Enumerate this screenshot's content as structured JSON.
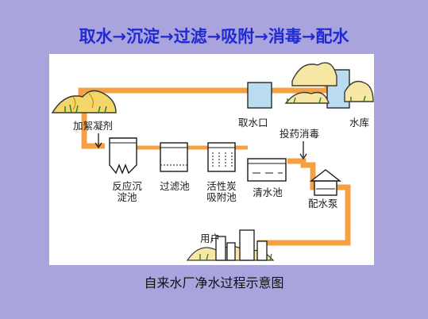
{
  "heading": "取水→沉淀→过滤→吸附→消毒→配水",
  "labels": {
    "intake": "取水口",
    "reservoir": "水库",
    "coagulant": "加絮凝剂",
    "reaction_line1": "反应沉",
    "reaction_line2": "淀池",
    "filter": "过滤池",
    "carbon_line1": "活性炭",
    "carbon_line2": "吸附池",
    "clear_water": "清水池",
    "disinfect": "投药消毒",
    "pump": "配水泵",
    "user": "用户"
  },
  "caption": "自来水厂净水过程示意图",
  "colors": {
    "background": "#a9a4dd",
    "pipe": "#f5a043",
    "heading": "#1f2bd0",
    "water": "#b9dcf0"
  }
}
